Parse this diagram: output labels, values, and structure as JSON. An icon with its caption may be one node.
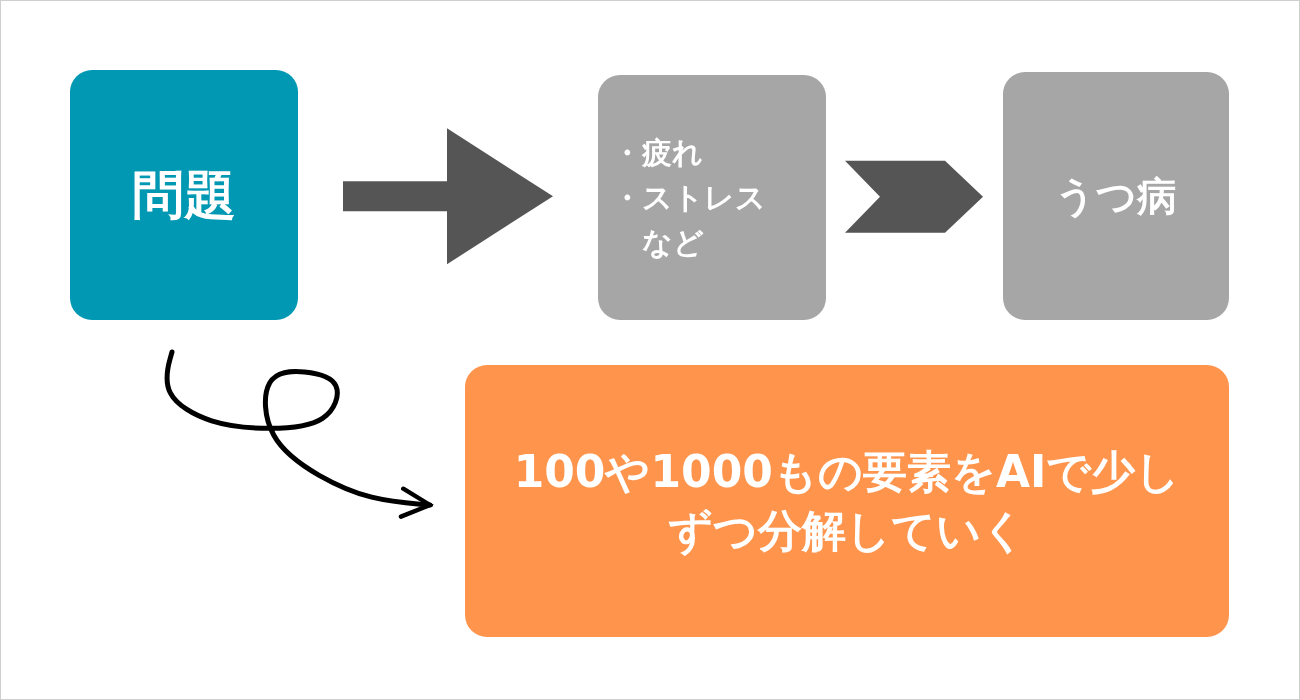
{
  "diagram": {
    "nodes": [
      {
        "text": [
          "問題"
        ]
      },
      {
        "text": [
          "・疲れ",
          "・ストレス",
          "など"
        ]
      },
      {
        "text": [
          "うつ病"
        ]
      },
      {
        "text": [
          "100や1000もの要素をAIで少しずつ分解していく"
        ]
      }
    ],
    "edges": [
      {
        "from": 0,
        "to": 1,
        "arrow": "to",
        "style": "thick"
      },
      {
        "from": 1,
        "to": 2,
        "arrow": "to",
        "style": "thick"
      },
      {
        "from": 0,
        "to": 3,
        "arrow": "to",
        "color": "#000000"
      }
    ]
  }
}
